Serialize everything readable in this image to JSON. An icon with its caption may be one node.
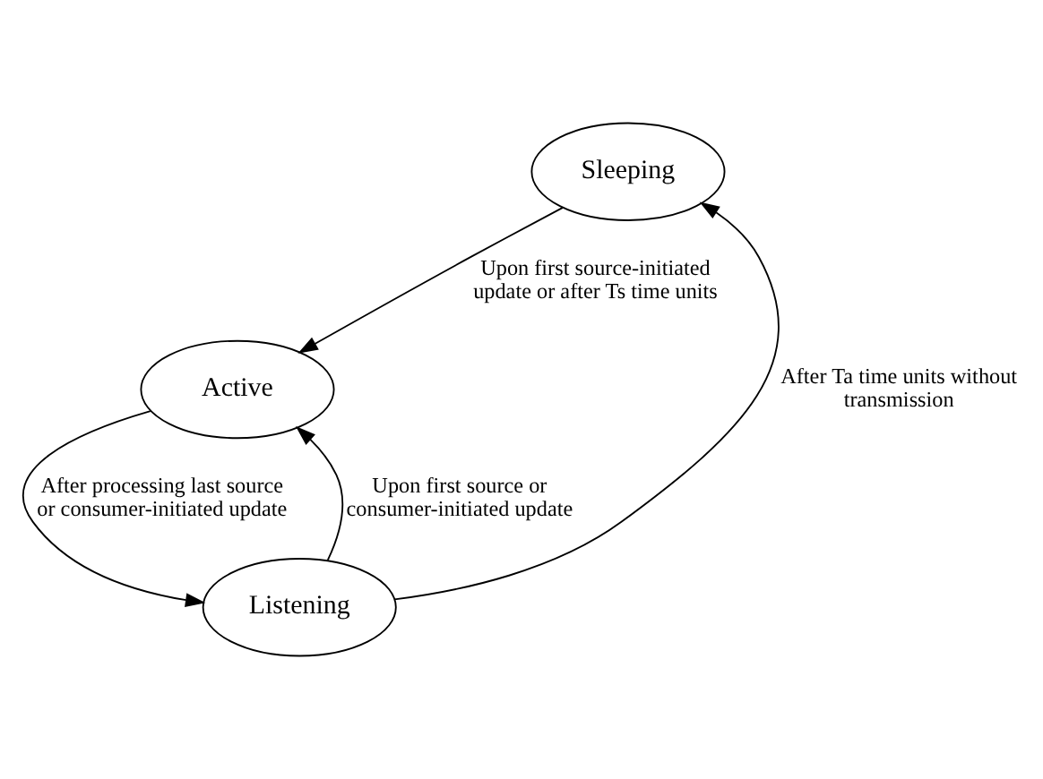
{
  "diagram": {
    "nodes": [
      {
        "text": [
          "Sleeping"
        ]
      },
      {
        "text": [
          "Active"
        ]
      },
      {
        "text": [
          "Listening"
        ]
      }
    ],
    "edges": [
      {
        "from": 0,
        "to": 1,
        "arrow": "to",
        "label": "Upon first source-initiated update or after Ts time units"
      },
      {
        "from": 2,
        "to": 1,
        "arrow": "to",
        "label": "Upon first source or consumer-initiated update"
      },
      {
        "from": 1,
        "to": 2,
        "arrow": "to",
        "label": "After processing last source or consumer-initiated update"
      },
      {
        "from": 2,
        "to": 0,
        "arrow": "to",
        "label": "After Ta time units without transmission"
      }
    ]
  }
}
